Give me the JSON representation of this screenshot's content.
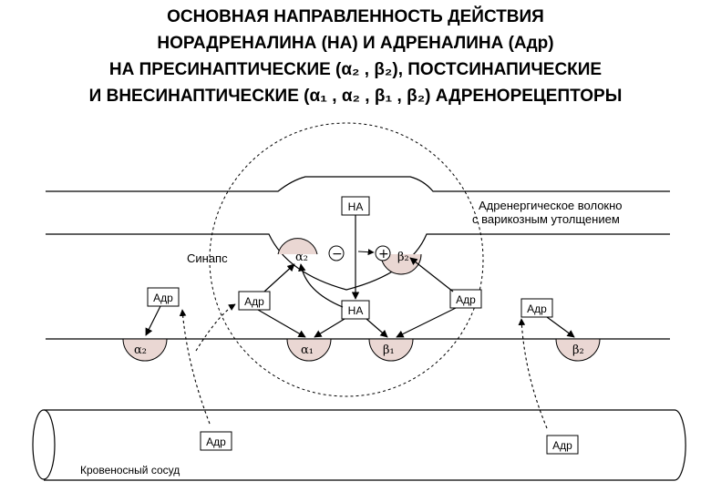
{
  "title": {
    "line1": "ОСНОВНАЯ НАПРАВЛЕННОСТЬ ДЕЙСТВИЯ",
    "line2": "НОРАДРЕНАЛИНА (НА)  И АДРЕНАЛИНА (Адр)",
    "line3": "НА ПРЕСИНАПТИЧЕСКИЕ  (α₂ , β₂), ПОСТСИНАПИЧЕСКИЕ",
    "line4": "И ВНЕСИНАПТИЧЕСКИЕ (α₁ , α₂ , β₁ , β₂)  АДРЕНОРЕЦЕПТОРЫ"
  },
  "labels": {
    "fiber_line1": "Адренергическое волокно",
    "fiber_line2": "с варикозным утолщением",
    "synapse": "Синапс",
    "vessel": "Кровеносный сосуд",
    "na_top": "НА",
    "na_cleft": "НА",
    "adr_left_outer": "Адр",
    "adr_left_inner": "Адр",
    "adr_right_inner": "Адр",
    "adr_right_outer": "Адр",
    "adr_vessel_left": "Адр",
    "adr_vessel_right": "Адр"
  },
  "signs": {
    "minus": "−",
    "plus": "+"
  },
  "receptors": {
    "pre_alpha2": "α₂",
    "pre_beta2": "β₂",
    "extra_alpha2_left": "α₂",
    "post_alpha1": "α₁",
    "post_beta1": "β₁",
    "extra_beta2_right": "β₂"
  }
}
